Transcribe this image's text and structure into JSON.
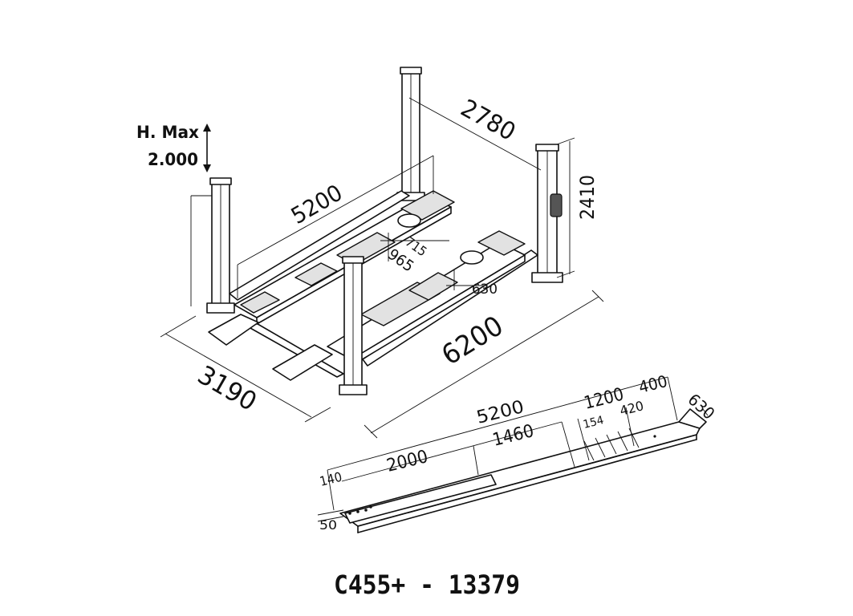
{
  "max_height": {
    "label": "H. Max",
    "value": "2.000"
  },
  "lift_dimensions": {
    "between_columns_width": "2780",
    "column_height": "2410",
    "runway_length": "5200",
    "runway_inner_gap": "715",
    "runway_outer_width": "965",
    "runway_width": "630",
    "total_length": "6200",
    "total_width": "3190"
  },
  "runway_detail": {
    "total_length": "5200",
    "segment_1460": "1460",
    "segment_2000": "2000",
    "segment_1200": "1200",
    "segment_400": "400",
    "segment_154": "154",
    "segment_420": "420",
    "width": "630",
    "ramp_height": "140",
    "thickness": "50"
  },
  "model_title": "C455+ - 13379"
}
